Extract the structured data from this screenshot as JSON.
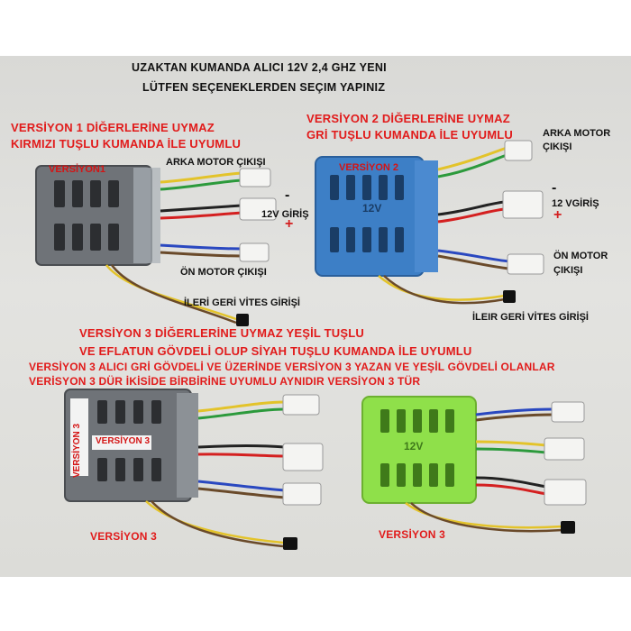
{
  "header": {
    "title_line1": "UZAKTAN KUMANDA ALICI 12V 2,4 GHZ YENI",
    "title_line2": "LÜTFEN SEÇENEKLERDEN SEÇIM YAPINIZ"
  },
  "version1": {
    "note_line1": "VERSİYON 1 DİĞERLERİNE UYMAZ",
    "note_line2": "KIRMIZI TUŞLU KUMANDA İLE UYUMLU",
    "box_label": "VERSİYON1",
    "rear_motor": "ARKA MOTOR ÇIKIŞI",
    "power_in": "12V GİRİŞ",
    "front_motor": "ÖN MOTOR ÇIKIŞI",
    "gear_in": "İLERİ GERİ VİTES GİRİŞİ",
    "minus": "-",
    "plus": "+"
  },
  "version2": {
    "note_line1": "VERSİYON 2 DİĞERLERİNE UYMAZ",
    "note_line2": "GRİ TUŞLU KUMANDA İLE UYUMLU",
    "box_label": "VERSİYON 2",
    "case_print": "12V",
    "rear_motor_line1": "ARKA MOTOR",
    "rear_motor_line2": "ÇIKIŞI",
    "power_in": "12 VGİRİŞ",
    "front_motor_line1": "ÖN MOTOR",
    "front_motor_line2": "ÇIKIŞI",
    "gear_in": "İLEIR GERİ VİTES GİRİŞİ",
    "minus": "-",
    "plus": "+"
  },
  "version3": {
    "note_line1": "VERSİYON 3 DİĞERLERİNE UYMAZ YEŞİL TUŞLU",
    "note_line2": "VE EFLATUN GÖVDELİ OLUP SİYAH TUŞLU KUMANDA İLE UYUMLU",
    "note_line3": "VERSİYON 3 ALICI GRİ GÖVDELİ VE ÜZERİNDE VERSİYON 3 YAZAN VE YEŞİL GÖVDELİ OLANLAR",
    "note_line4": "VERİSYON 3 DÜR İKİSİDE BİRBİRİNE UYUMLU AYNIDIR VERSİYON 3 TÜR",
    "grey_box_label": "VERSİYON 3",
    "grey_side_label": "VERSİYON 3",
    "green_case_print": "12V",
    "caption_left": "VERSİYON 3",
    "caption_right": "VERSİYON 3"
  },
  "colors": {
    "red_text": "#e11b1b",
    "grey_case": "#6f7378",
    "blue_case": "#3d7fc6",
    "green_case": "#8fe04a"
  }
}
